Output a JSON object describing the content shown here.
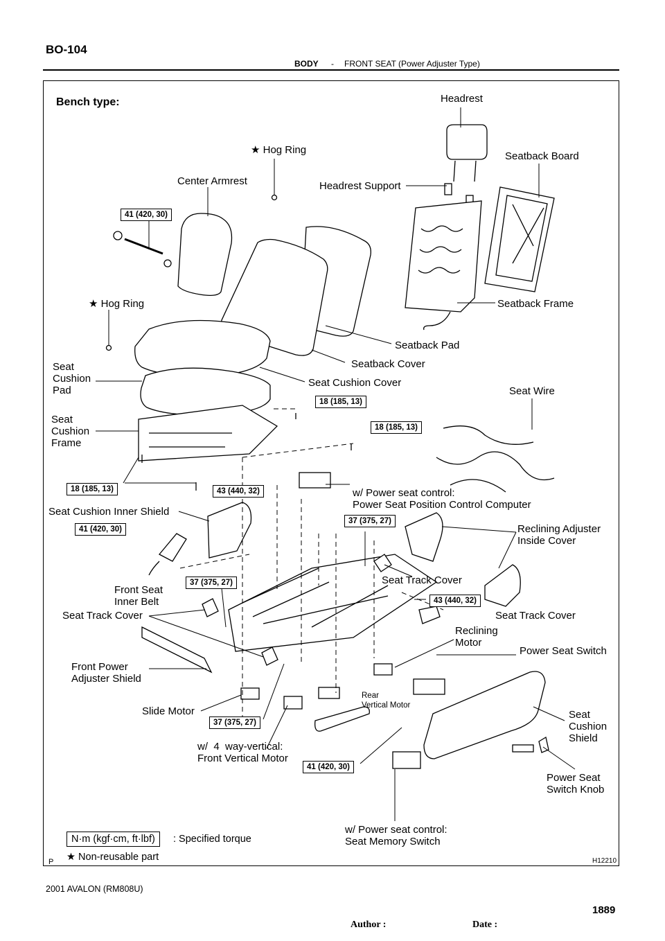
{
  "header": {
    "page_code": "BO-104",
    "section": "BODY",
    "separator": "-",
    "subtitle": "FRONT SEAT (Power Adjuster Type)"
  },
  "diagram": {
    "heading": "Bench type:",
    "figure_id": "H12210",
    "corner_mark": "P",
    "labels": {
      "headrest": "Headrest",
      "hog_ring_top": "★ Hog Ring",
      "seatback_board": "Seatback Board",
      "center_armrest": "Center Armrest",
      "headrest_support": "Headrest Support",
      "hog_ring_left": "★ Hog Ring",
      "seatback_frame": "Seatback Frame",
      "seatback_pad": "Seatback Pad",
      "seatback_cover": "Seatback Cover",
      "seat_cushion_pad": "Seat\nCushion\nPad",
      "seat_cushion_cover": "Seat Cushion Cover",
      "seat_wire": "Seat Wire",
      "seat_cushion_frame": "Seat\nCushion\nFrame",
      "power_seat_computer": "w/ Power seat control:\nPower Seat Position Control Computer",
      "seat_cushion_inner_shield": "Seat Cushion Inner Shield",
      "reclining_adjuster_cover": "Reclining Adjuster\nInside Cover",
      "seat_track_cover_center": "Seat Track Cover",
      "front_seat_inner_belt": "Front Seat\nInner Belt",
      "seat_track_cover_left": "Seat Track Cover",
      "seat_track_cover_right": "Seat Track Cover",
      "reclining_motor": "Reclining\nMotor",
      "power_seat_switch": "Power Seat Switch",
      "front_power_adjuster_shield": "Front Power\nAdjuster Shield",
      "rear_vertical_motor": "Rear\nVertical Motor",
      "seat_cushion_shield": "Seat\nCushion\nShield",
      "slide_motor": "Slide Motor",
      "front_vertical_motor": "w/  4  way-vertical:\nFront Vertical Motor",
      "power_seat_switch_knob": "Power Seat\nSwitch Knob",
      "seat_memory_switch": "w/ Power seat control:\nSeat Memory Switch"
    },
    "torques": {
      "t_armrest": "41 (420, 30)",
      "t_cushion_1": "18 (185, 13)",
      "t_cushion_2": "18 (185, 13)",
      "t_frame": "18 (185, 13)",
      "t_computer": "43 (440, 32)",
      "t_track_right": "37 (375, 27)",
      "t_belt": "41 (420, 30)",
      "t_track_left": "37 (375, 27)",
      "t_recliner": "43 (440, 32)",
      "t_slide": "37 (375, 27)",
      "t_memory": "41 (420, 30)"
    },
    "legend": {
      "unit_box": "N·m (kgf·cm, ft·lbf)",
      "unit_text": ": Specified torque",
      "nonreusable": "★  Non-reusable part"
    }
  },
  "footer": {
    "model": "2001 AVALON   (RM808U)",
    "author_label": "Author :",
    "date_label": "Date :",
    "page_number": "1889"
  }
}
